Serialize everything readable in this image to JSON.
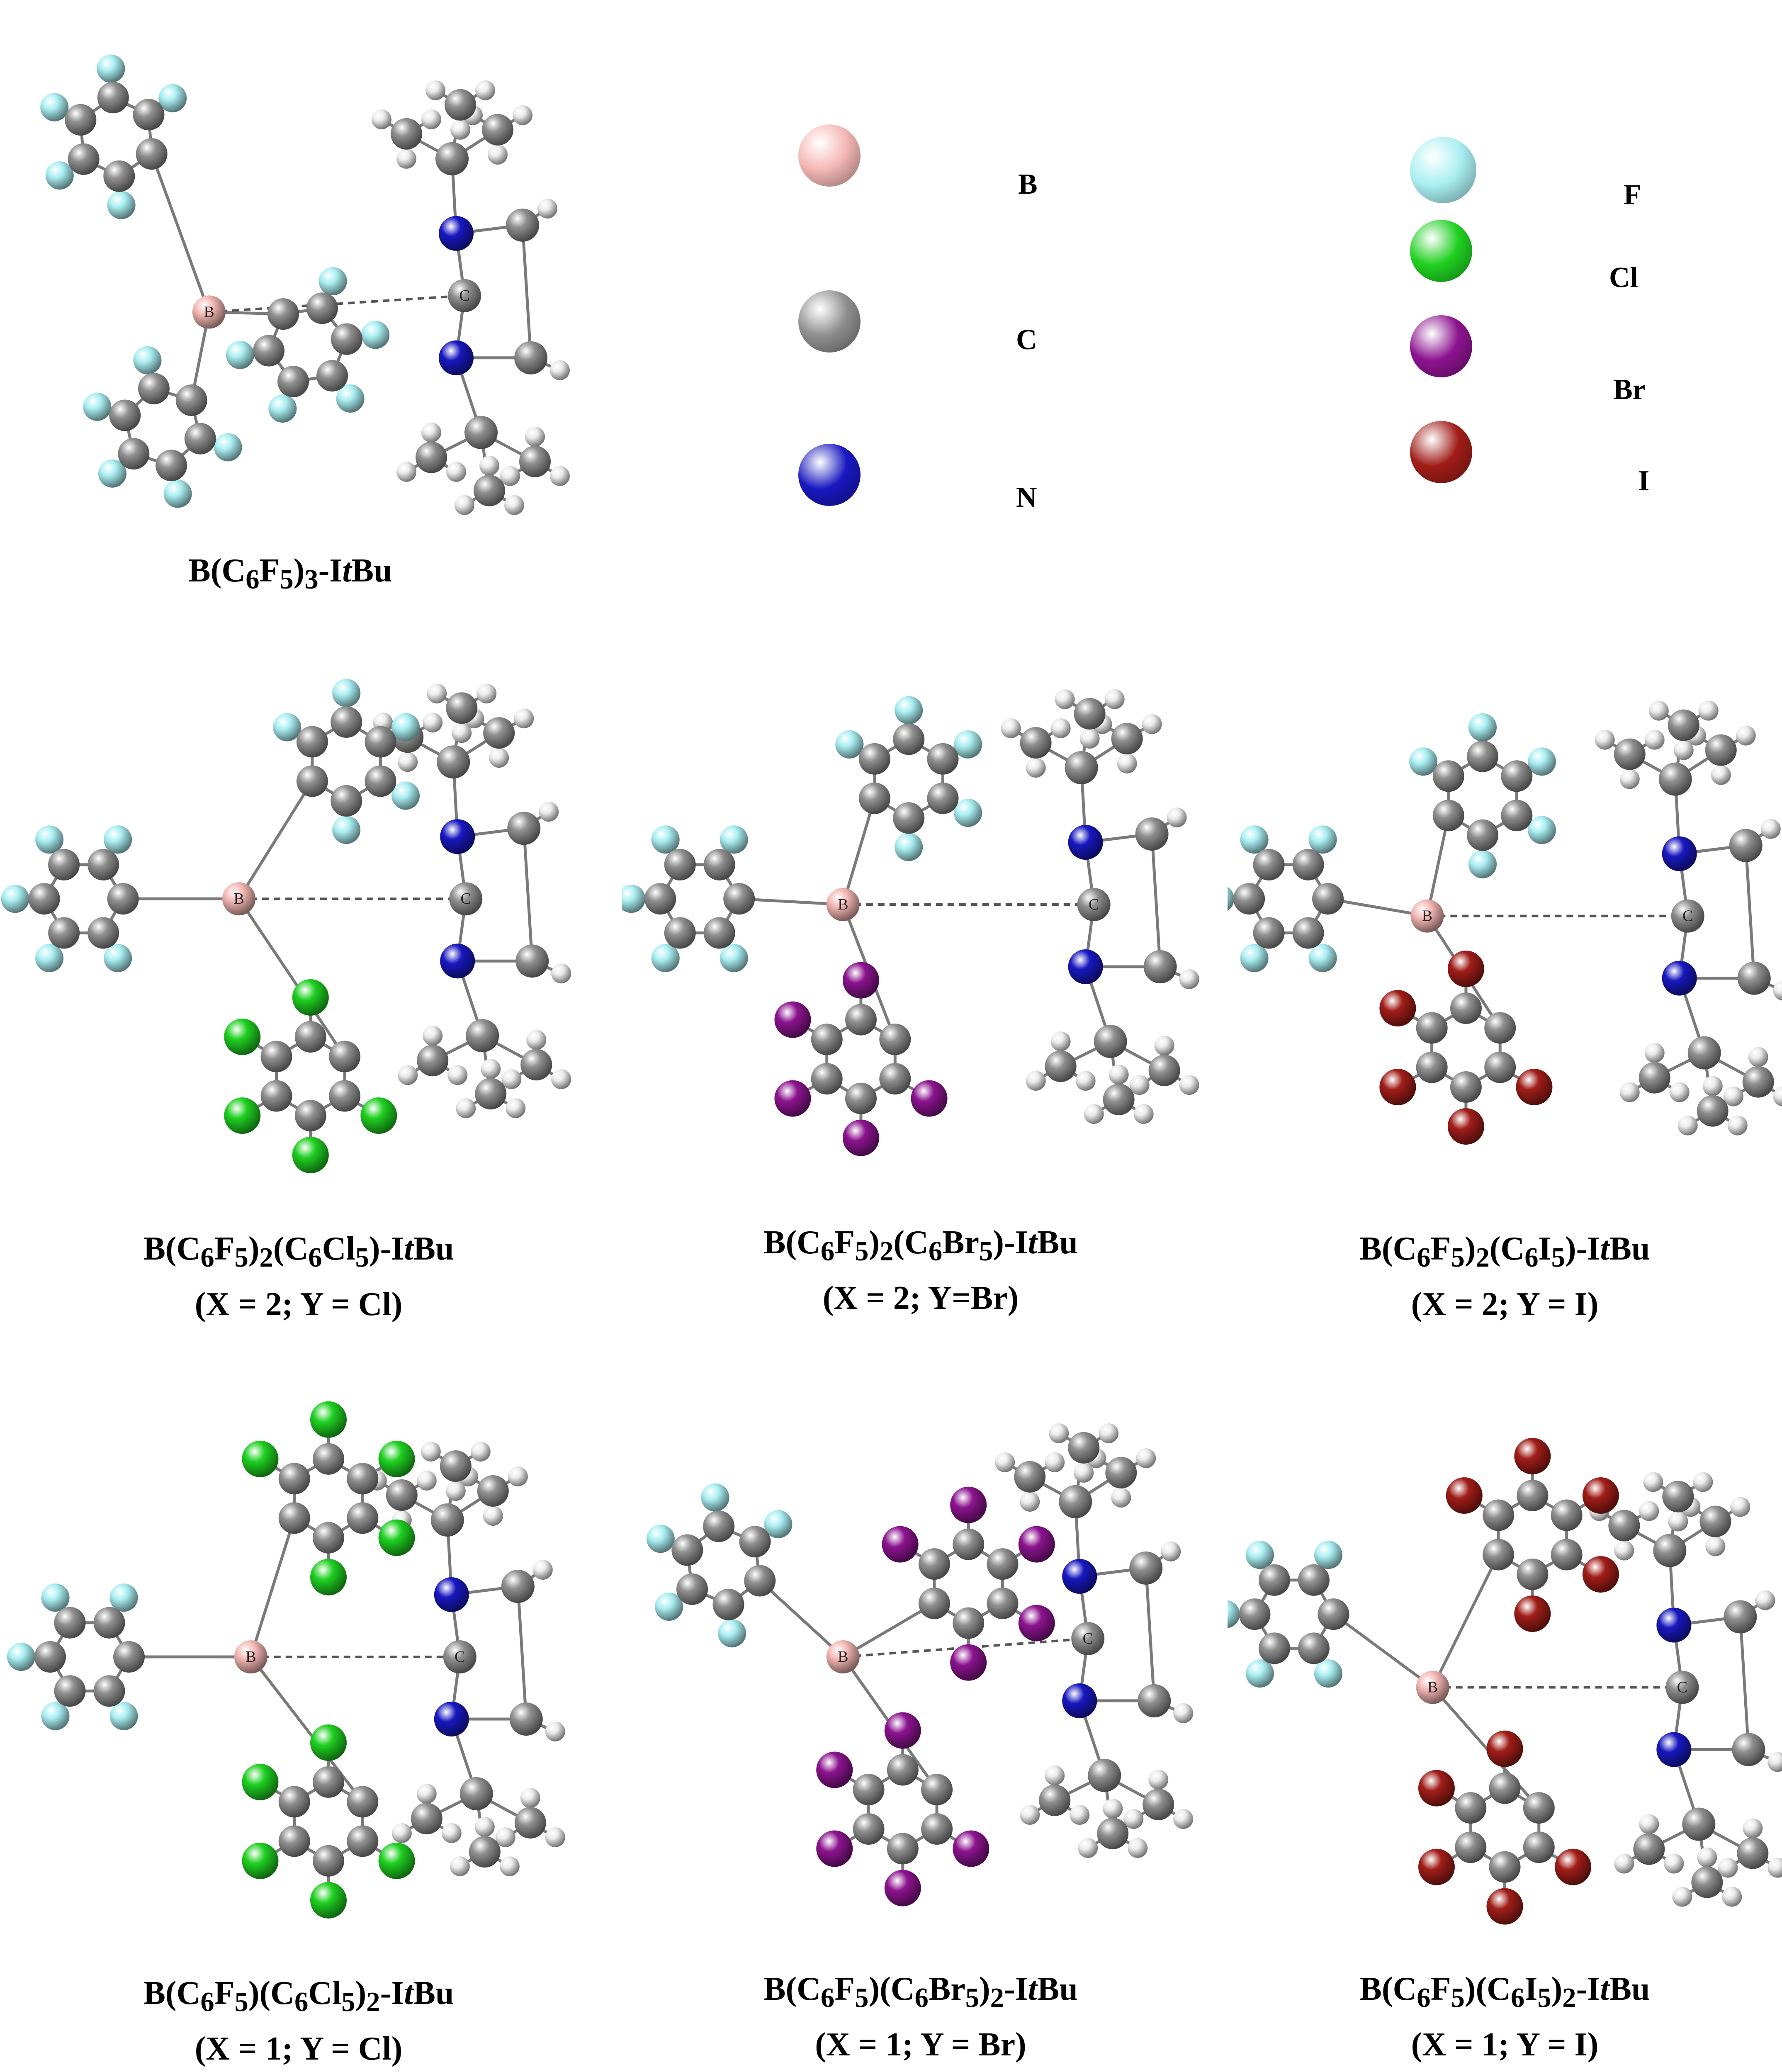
{
  "legend": {
    "items": [
      {
        "symbol": "B",
        "color": "#f4b7b4"
      },
      {
        "symbol": "C",
        "color": "#8f8f8f"
      },
      {
        "symbol": "N",
        "color": "#1818c0"
      },
      {
        "symbol": "F",
        "color": "#a9eef2"
      },
      {
        "symbol": "Cl",
        "color": "#1fd021"
      },
      {
        "symbol": "Br",
        "color": "#8c138f"
      },
      {
        "symbol": "I",
        "color": "#a11d18"
      }
    ]
  },
  "atom_labels": {
    "boron": "B",
    "carbene": "C"
  },
  "panels": [
    {
      "id": "p0",
      "name_html": "B(C<sub>6</sub>F<sub>5</sub>)<sub>3</sub>-I<i>t</i>Bu",
      "condition": "",
      "halogen": "F",
      "n_substituted": 0
    },
    {
      "id": "p1",
      "name_html": "B(C<sub>6</sub>F<sub>5</sub>)<sub>2</sub>(C<sub>6</sub>Cl<sub>5</sub>)-I<i>t</i>Bu",
      "condition": "(X = 2; Y = Cl)",
      "halogen": "Cl",
      "n_substituted": 1
    },
    {
      "id": "p2",
      "name_html": "B(C<sub>6</sub>F<sub>5</sub>)<sub>2</sub>(C<sub>6</sub>Br<sub>5</sub>)-I<i>t</i>Bu",
      "condition": "(X = 2; Y=Br)",
      "halogen": "Br",
      "n_substituted": 1
    },
    {
      "id": "p3",
      "name_html": "B(C<sub>6</sub>F<sub>5</sub>)<sub>2</sub>(C<sub>6</sub>I<sub>5</sub>)-I<i>t</i>Bu",
      "condition": "(X = 2; Y = I)",
      "halogen": "I",
      "n_substituted": 1
    },
    {
      "id": "p4",
      "name_html": "B(C<sub>6</sub>F<sub>5</sub>)(C<sub>6</sub>Cl<sub>5</sub>)<sub>2</sub>-I<i>t</i>Bu",
      "condition": "(X = 1; Y = Cl)",
      "halogen": "Cl",
      "n_substituted": 2
    },
    {
      "id": "p5",
      "name_html": "B(C<sub>6</sub>F<sub>5</sub>)(C<sub>6</sub>Br<sub>5</sub>)<sub>2</sub>-I<i>t</i>Bu",
      "condition": "(X = 1; Y = Br)",
      "halogen": "Br",
      "n_substituted": 2
    },
    {
      "id": "p6",
      "name_html": "B(C<sub>6</sub>F<sub>5</sub>)(C<sub>6</sub>I<sub>5</sub>)<sub>2</sub>-I<i>t</i>Bu",
      "condition": "(X = 1; Y = I)",
      "halogen": "I",
      "n_substituted": 2
    }
  ]
}
